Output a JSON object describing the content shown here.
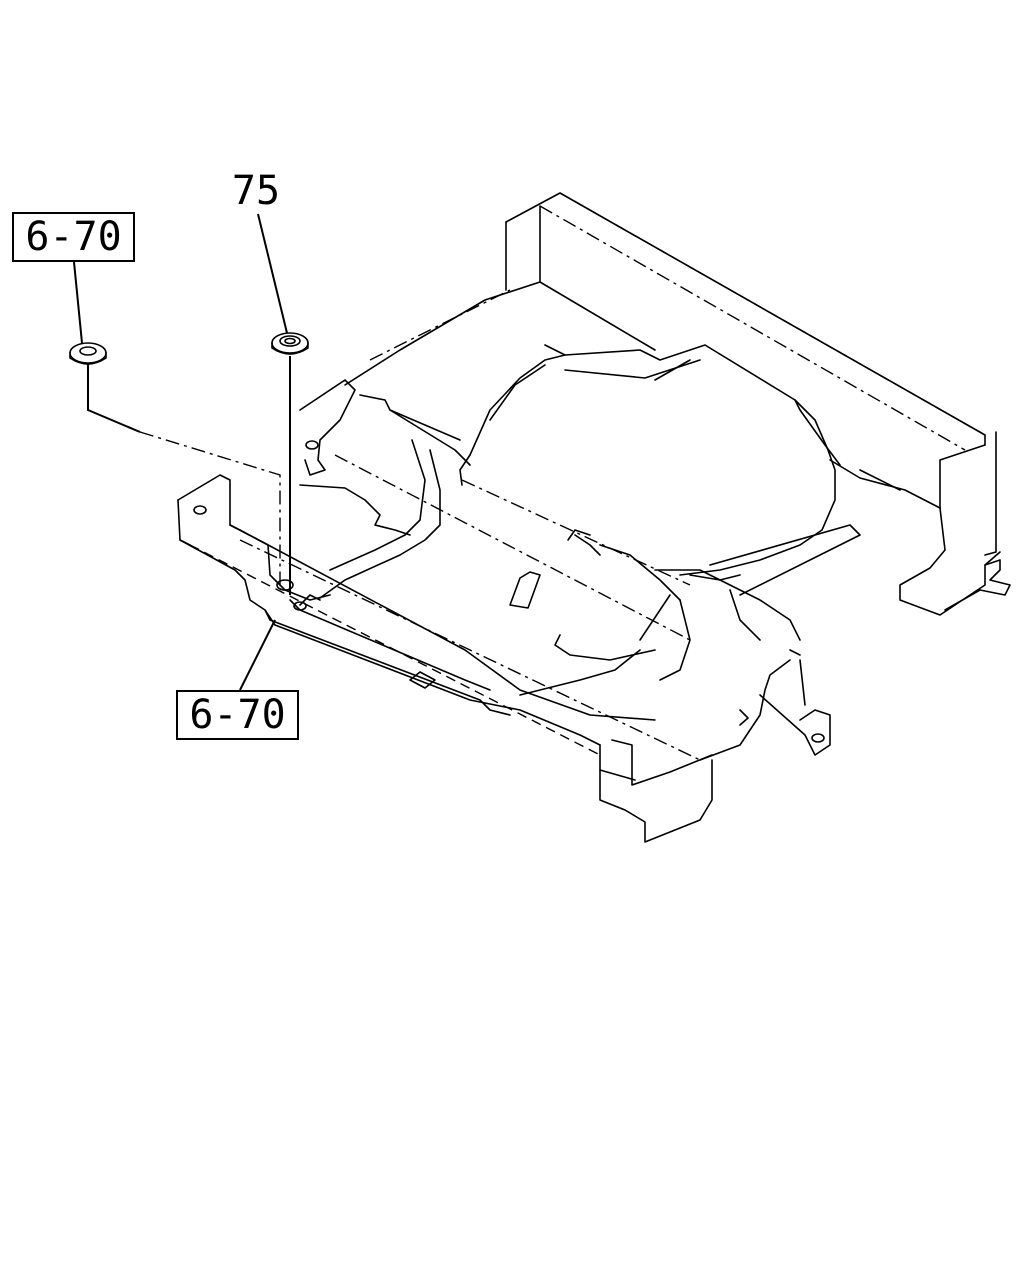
{
  "callouts": {
    "top_left": "6-70",
    "part_number": "75",
    "bottom": "6-70"
  },
  "colors": {
    "line": "#000000",
    "background": "#ffffff"
  }
}
